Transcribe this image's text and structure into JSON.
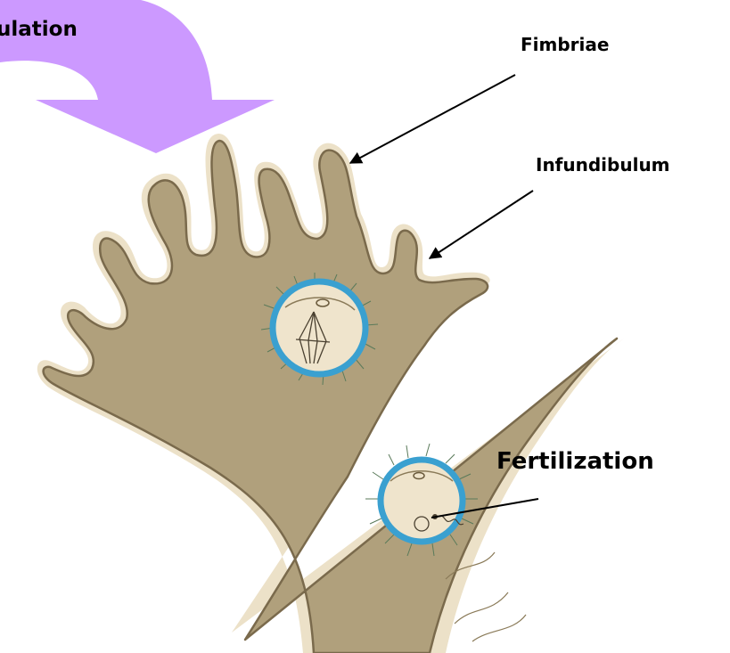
{
  "labels": {
    "ovulation": "ulation",
    "fimbriae": "Fimbriae",
    "infundibulum": "Infundibulum",
    "fertilization": "Fertilization"
  },
  "colors": {
    "arrow": "#cc99ff",
    "tube_fill": "#b0a07c",
    "tube_outline": "#7a6a4c",
    "tube_edge": "#ece1c8",
    "oocyte_ring": "#3aa0d0",
    "oocyte_fill": "#efe4cc"
  }
}
